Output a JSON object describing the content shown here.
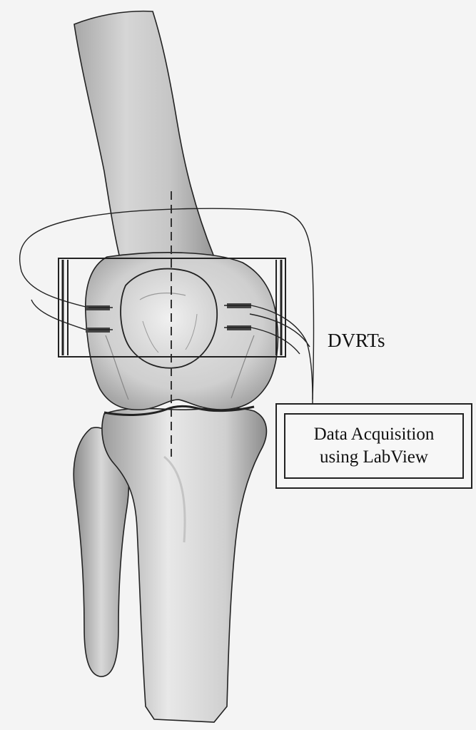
{
  "labels": {
    "sensor": "DVRTs",
    "daq_line1": "Data Acquisition",
    "daq_line2": "using LabView"
  },
  "colors": {
    "background": "#f4f4f4",
    "bone_light": "#e6e6e6",
    "bone_mid": "#c8c8c8",
    "bone_dark": "#9a9a9a",
    "outline": "#222222"
  }
}
